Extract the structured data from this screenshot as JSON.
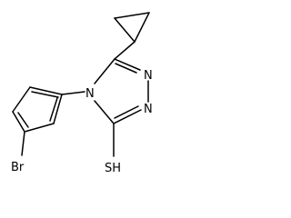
{
  "molecule": {
    "atoms": {
      "n1": "N",
      "n2": "N",
      "n4": "N",
      "br": "Br",
      "sh": "SH"
    }
  }
}
